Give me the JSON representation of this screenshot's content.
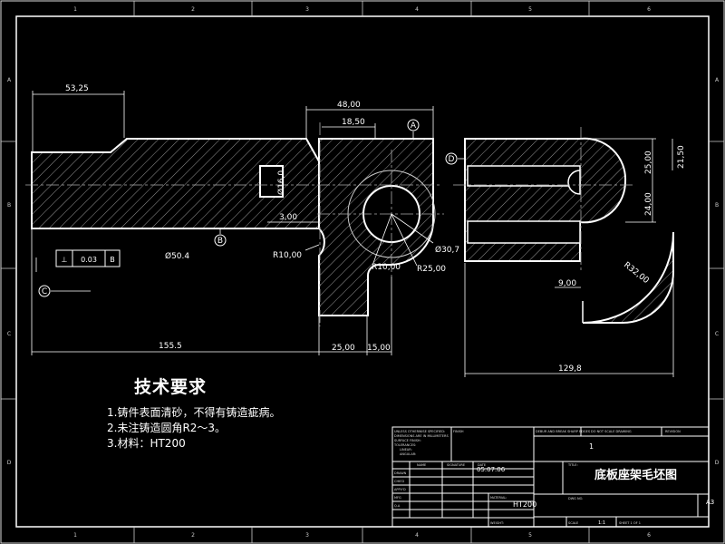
{
  "dimensions": {
    "d_53_25": "53,25",
    "d_48_00": "48,00",
    "d_18_50": "18,50",
    "d_16_0": "Ø16,0",
    "d_3_00": "3,00",
    "d_phi50_4": "Ø50.4",
    "d_r10_left": "R10,00",
    "d_r10_bottom": "R10,00",
    "d_r25": "R25,00",
    "d_phi30_7": "Ø30,7",
    "d_155_5": "155.5",
    "d_25_00_h": "25,00",
    "d_15_00": "15,00",
    "d_25_00_v": "25,00",
    "d_21_50": "21,50",
    "d_24_00": "24,00",
    "d_9_00": "9,00",
    "d_r32": "R32,00",
    "d_129_8": "129,8"
  },
  "datums": {
    "a": "A",
    "b": "B",
    "c": "C",
    "d": "D"
  },
  "tolerance": {
    "symbol": "⊥",
    "value": "0.03",
    "datum": "B"
  },
  "border_labels": {
    "top": [
      "1",
      "2",
      "3",
      "4",
      "5",
      "6"
    ],
    "bottom": [
      "1",
      "2",
      "3",
      "4",
      "5",
      "6"
    ],
    "left": [
      "A",
      "B",
      "C",
      "D"
    ],
    "right": [
      "A",
      "B",
      "C",
      "D"
    ]
  },
  "notes": {
    "title": "技术要求",
    "lines": [
      "1.铸件表面清砂，不得有铸造疵病。",
      "2.未注铸造圆角R2～3。",
      "3.材料：HT200"
    ]
  },
  "title_block": {
    "drawing_name": "底板座架毛坯图",
    "material": "HT200",
    "date": "05.07.06",
    "sheet_size": "A3",
    "scale": "1:1",
    "quantity": "1",
    "small_labels": [
      "UNLESS OTHERWISE SPECIFIED:",
      "DIMENSIONS ARE IN MILLIMETERS",
      "SURFACE FINISH:",
      "TOLERANCES:",
      "LINEAR:",
      "ANGULAR:",
      "FINISH",
      "DEBUR AND BREAK SHARP EDGES",
      "DO NOT SCALE DRAWING",
      "REVISION",
      "NAME",
      "SIGNATURE",
      "DATE",
      "DRAWN",
      "CHK'D",
      "APPV'D",
      "MFG",
      "Q.A",
      "MATERIAL:",
      "WEIGHT:",
      "TITLE:",
      "DWG NO.",
      "SCALE",
      "SHEET 1 OF 1"
    ]
  }
}
